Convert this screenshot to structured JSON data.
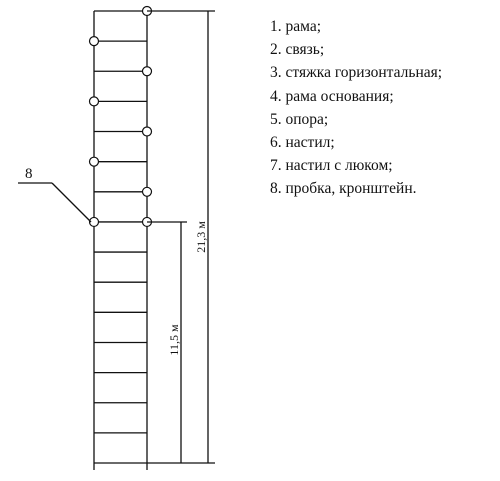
{
  "legend": [
    "1. рама;",
    "2. связь;",
    "3. стяжка горизонтальная;",
    "4. рама основания;",
    "5. опора;",
    "6. настил;",
    "7. настил с люком;",
    "8. пробка, кронштейн."
  ],
  "callout": {
    "label": "8"
  },
  "dimensions": {
    "total_height": "21,3 м",
    "lower_height": "11,5 м"
  },
  "structure": {
    "tiers": 15
  }
}
